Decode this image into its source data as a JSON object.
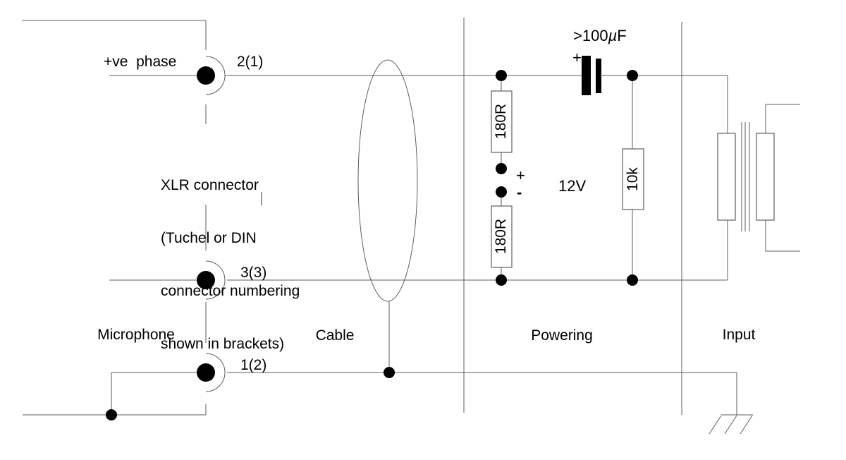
{
  "schematic": {
    "phase_label": "+ve  phase",
    "pins": {
      "pin2": "2(1)",
      "pin3": "3(3)",
      "pin1": "1(2)"
    },
    "xlr_note": {
      "line1": "XLR connector",
      "line2": "(Tuchel or DIN",
      "line3": "connector numbering",
      "line4": "shown in brackets)"
    },
    "sections": {
      "microphone": "Microphone",
      "cable": "Cable",
      "powering": "Powering",
      "input": "Input"
    },
    "components": {
      "capacitor_value_prefix": ">100",
      "capacitor_value_mu": "µ",
      "capacitor_value_suffix": "F",
      "capacitor_polarity": "+",
      "supply_plus": "+",
      "supply_minus": "-",
      "supply_voltage": "12V",
      "resistor_upper": "180R",
      "resistor_lower": "180R",
      "resistor_shunt": "10k"
    },
    "colors": {
      "wire": "#5e5e5e",
      "ink": "#000000",
      "background": "#ffffff"
    }
  }
}
